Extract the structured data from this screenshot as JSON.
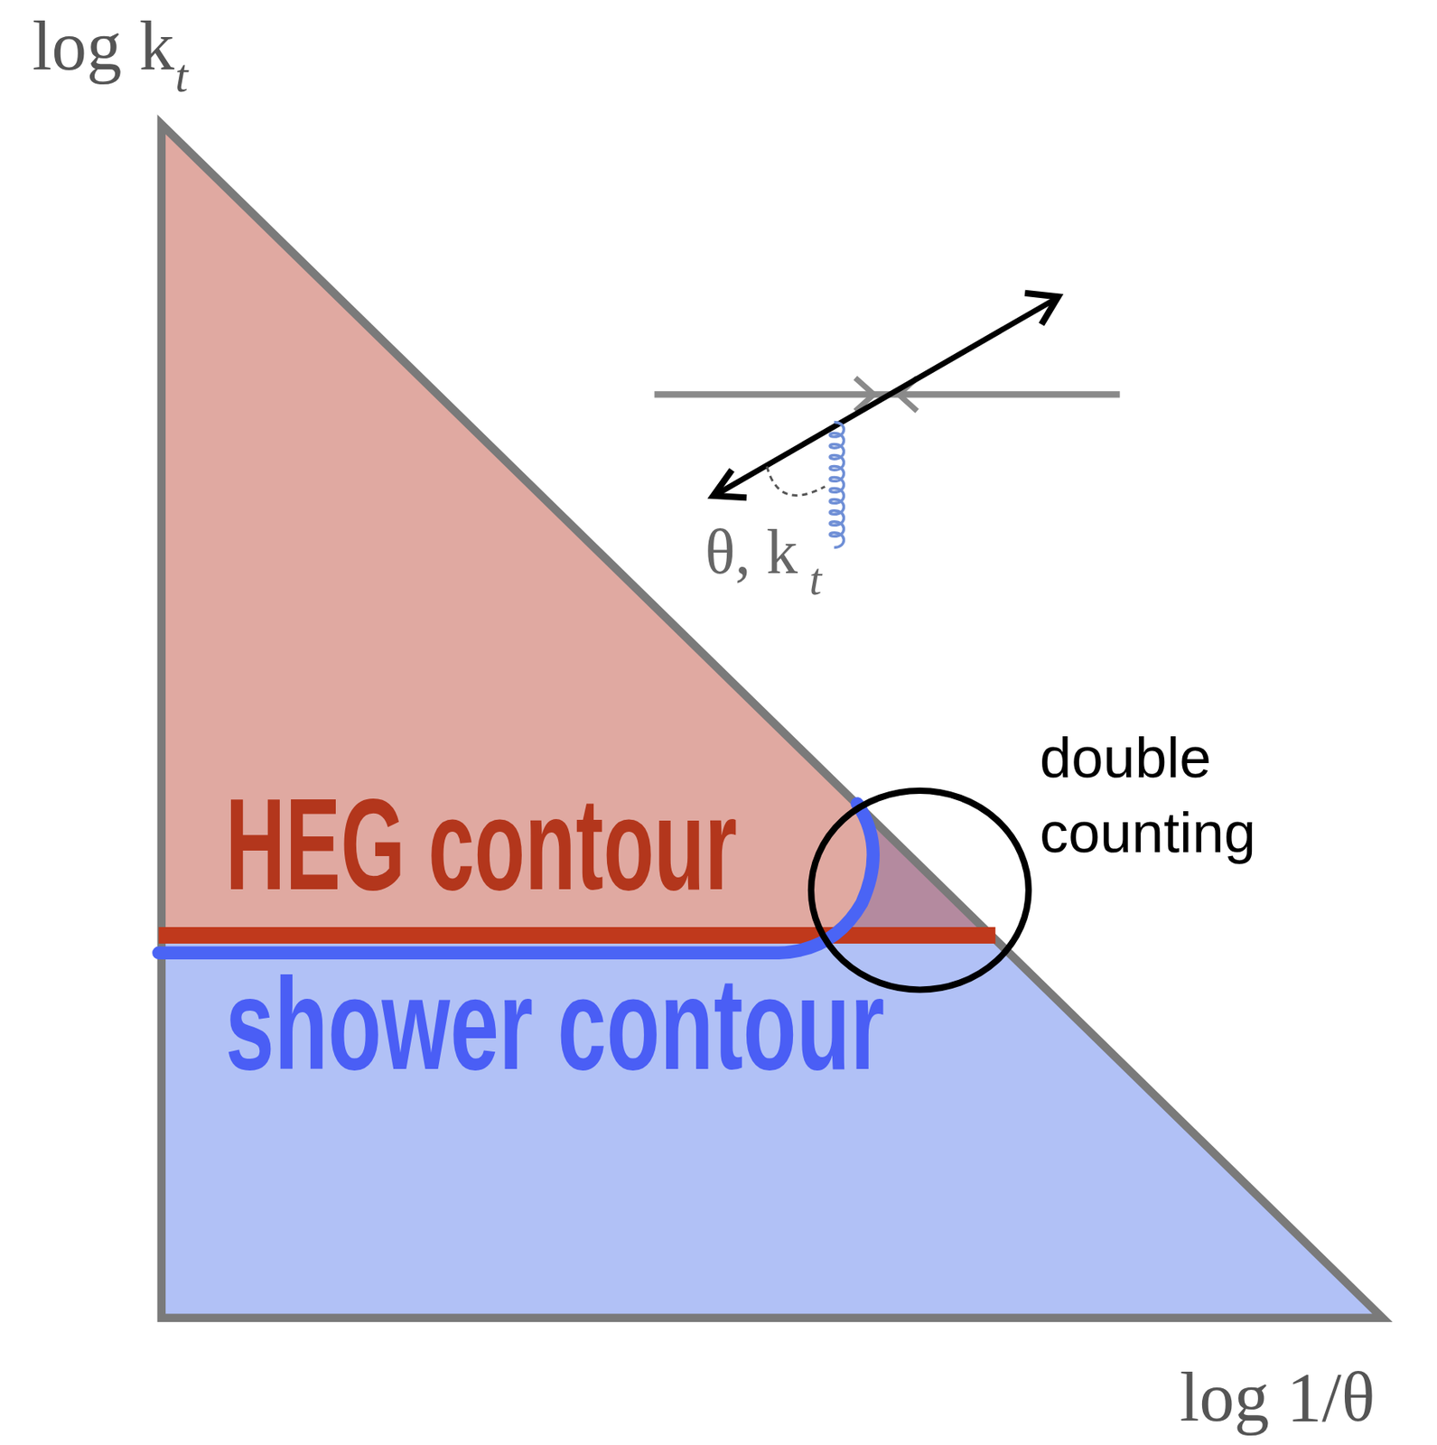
{
  "diagram": {
    "labels": [
      "log k",
      "t",
      "θ, k",
      "t",
      "double counting",
      "HEG contour",
      "shower contour",
      "log 1/θ"
    ]
  }
}
